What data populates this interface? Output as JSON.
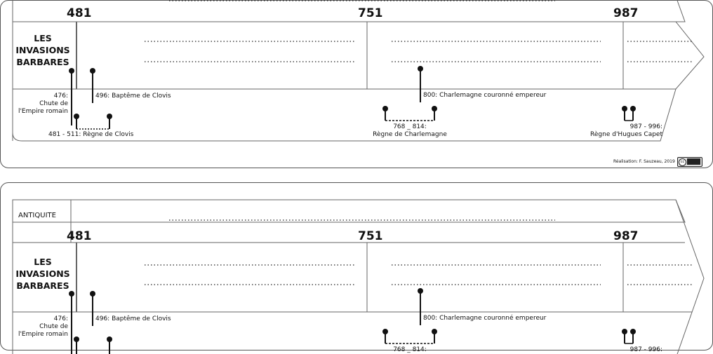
{
  "frames": [
    {
      "era_label": "",
      "years": [
        "481",
        "751",
        "987"
      ],
      "period_title_lines": [
        "LES",
        "INVASIONS",
        "BARBARES"
      ],
      "events": {
        "chute_rome_lines": [
          "476:",
          "Chute de",
          "l'Empire romain"
        ],
        "bapteme_clovis": "496: Baptême de Clovis",
        "regne_clovis": "481 - 511: Règne de Clovis",
        "charlemagne_couronne": "800: Charlemagne couronné empereur",
        "regne_charlemagne_lines": [
          "768 _ 814:",
          "Règne de Charlemagne"
        ],
        "regne_hugues_capet_lines": [
          "987 - 996:",
          "Règne d'Hugues Capet"
        ]
      },
      "credit": "Réalisation: F. Sauzeau, 2019",
      "license_icon": "creative-commons-badge"
    },
    {
      "era_label": "ANTIQUITE",
      "years": [
        "481",
        "751",
        "987"
      ],
      "period_title_lines": [
        "LES",
        "INVASIONS",
        "BARBARES"
      ],
      "events": {
        "chute_rome_lines": [
          "476:",
          "Chute de",
          "l'Empire romain"
        ],
        "bapteme_clovis": "496: Baptême de Clovis",
        "regne_clovis": "",
        "charlemagne_couronne": "800: Charlemagne couronné empereur",
        "regne_charlemagne_lines": [
          "768 _ 814:",
          ""
        ],
        "regne_hugues_capet_lines": [
          "987 - 996:",
          ""
        ]
      },
      "credit": "",
      "license_icon": ""
    }
  ],
  "colors": {
    "line": "#111111",
    "frame": "#555555",
    "divider": "#666666"
  }
}
